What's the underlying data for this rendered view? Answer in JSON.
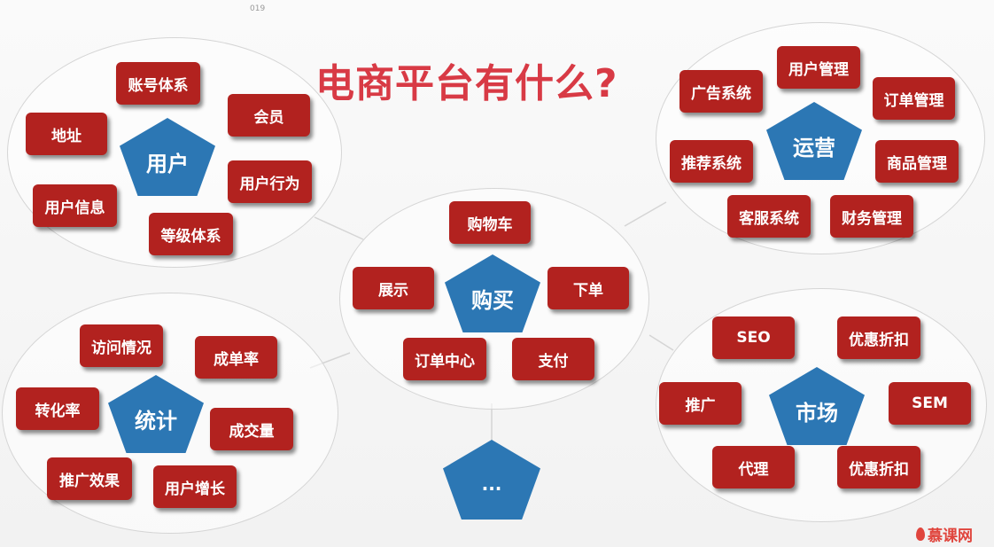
{
  "slide": {
    "page_number": "019",
    "title": "电商平台有什么?"
  },
  "groups": {
    "user": {
      "center": "用户",
      "items": [
        "账号体系",
        "会员",
        "地址",
        "用户行为",
        "用户信息",
        "等级体系"
      ]
    },
    "operations": {
      "center": "运营",
      "items": [
        "用户管理",
        "广告系统",
        "订单管理",
        "推荐系统",
        "商品管理",
        "客服系统",
        "财务管理"
      ]
    },
    "purchase": {
      "center": "购买",
      "items": [
        "购物车",
        "展示",
        "下单",
        "订单中心",
        "支付"
      ]
    },
    "stats": {
      "center": "统计",
      "items": [
        "访问情况",
        "成单率",
        "转化率",
        "成交量",
        "推广效果",
        "用户增长"
      ]
    },
    "market": {
      "center": "市场",
      "items": [
        "SEO",
        "优惠折扣",
        "推广",
        "SEM",
        "代理",
        "优惠折扣"
      ]
    },
    "more": {
      "center": "..."
    }
  },
  "logo": {
    "text": "慕课网"
  },
  "colors": {
    "title": "#d83a45",
    "tag": "#b2221f",
    "pentagon": "#2c77b4"
  }
}
